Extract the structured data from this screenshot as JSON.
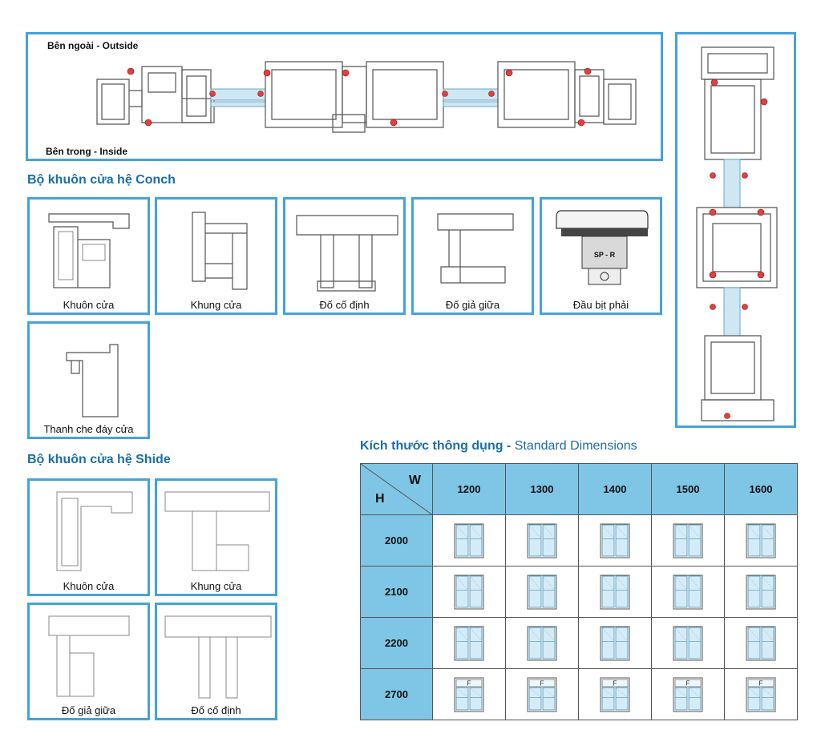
{
  "section_view": {
    "outside_label": "Bên ngoài - Outside",
    "inside_label": "Bên trong - Inside"
  },
  "conch": {
    "title": "Bộ khuôn cửa hệ Conch",
    "items": [
      {
        "caption": "Khuôn cửa",
        "icon": "frame-profile-icon"
      },
      {
        "caption": "Khung cửa",
        "icon": "sash-profile-icon"
      },
      {
        "caption": "Đố cố định",
        "icon": "fixed-mullion-profile-icon"
      },
      {
        "caption": "Đố giả giữa",
        "icon": "false-mullion-profile-icon"
      },
      {
        "caption": "Đầu bịt phải",
        "icon": "right-end-cap-icon",
        "brand_text": "SP - R"
      },
      {
        "caption": "Thanh che đáy cửa",
        "icon": "door-bottom-cover-icon"
      }
    ]
  },
  "shide": {
    "title": "Bộ khuôn cửa hệ Shide",
    "items": [
      {
        "caption": "Khuôn cửa",
        "icon": "frame-profile-icon"
      },
      {
        "caption": "Khung cửa",
        "icon": "sash-profile-icon"
      },
      {
        "caption": "Đố giả giữa",
        "icon": "false-mullion-profile-icon"
      },
      {
        "caption": "Đố cố định",
        "icon": "fixed-mullion-profile-icon"
      }
    ]
  },
  "dimensions": {
    "title": "Kích thước thông dụng - ",
    "subtitle": "Standard Dimensions",
    "corner_w": "W",
    "corner_h": "H",
    "widths": [
      "1200",
      "1300",
      "1400",
      "1500",
      "1600"
    ],
    "rows": [
      {
        "height": "2000",
        "transom": false
      },
      {
        "height": "2100",
        "transom": false
      },
      {
        "height": "2200",
        "transom": false
      },
      {
        "height": "2700",
        "transom": true,
        "transom_label": "F"
      }
    ]
  },
  "colors": {
    "border": "#45a3d9",
    "header_fill": "#7fc6e6",
    "title_blue": "#1a6ea8",
    "seal_red": "#e04040",
    "glass": "#cde7f3"
  }
}
